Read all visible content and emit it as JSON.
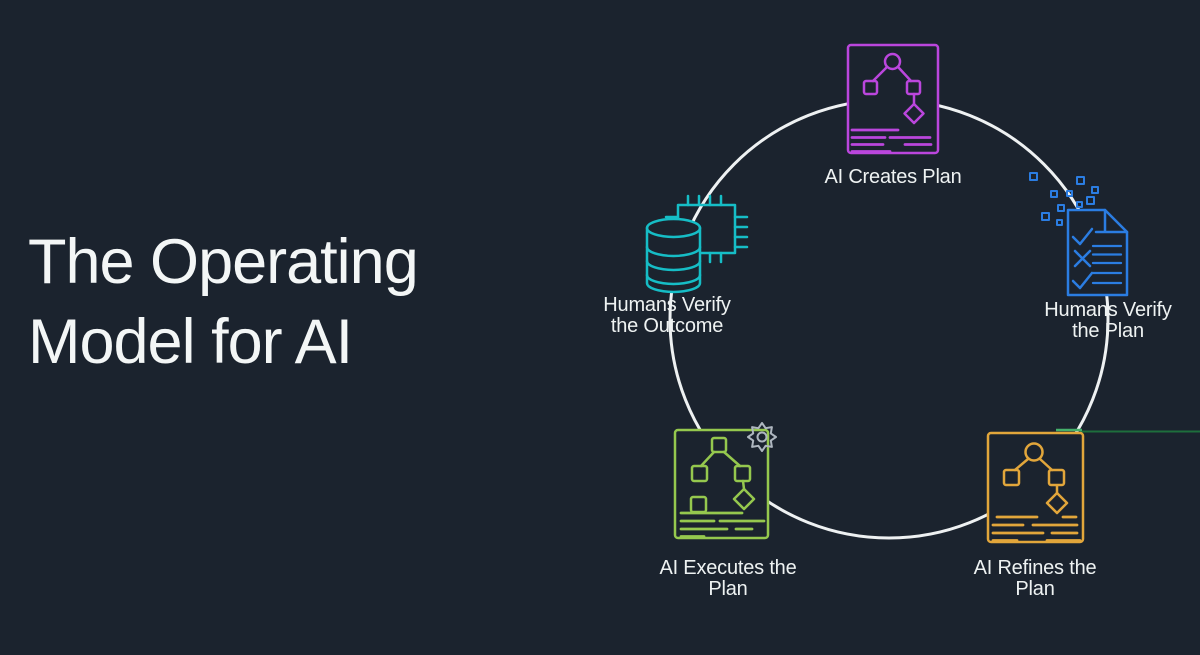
{
  "slide": {
    "title": {
      "line1": "The Operating",
      "line2": "Model for AI"
    }
  },
  "colors": {
    "background": "#1b232e",
    "title_text": "#f3f6f6",
    "label_text": "#eef2f2",
    "circle": "#eef1f2",
    "magenta": "#bb46dd",
    "blue": "#2b7de2",
    "teal": "#16bdc6",
    "green": "#95c84e",
    "orange": "#e2a63b",
    "gear": "#aeb6bf",
    "progress_line": "#1e6e3c",
    "progress_line_bright": "#45b06b"
  },
  "diagram": {
    "type": "cycle",
    "nodes": [
      {
        "label_line1": "AI Creates Plan",
        "label_line2": "",
        "icon": "flowchart-document",
        "color": "#bb46dd",
        "position": "top"
      },
      {
        "label_line1": "Humans Verify",
        "label_line2": "the Plan",
        "icon": "checklist-document",
        "color": "#2b7de2",
        "position": "right"
      },
      {
        "label_line1": "AI Refines the",
        "label_line2": "Plan",
        "icon": "flowchart-document",
        "color": "#e2a63b",
        "position": "bottom-right"
      },
      {
        "label_line1": "AI Executes the",
        "label_line2": "Plan",
        "icon": "flowchart-document-with-gear",
        "color": "#95c84e",
        "position": "bottom-left"
      },
      {
        "label_line1": "Humans Verify",
        "label_line2": "the Outcome",
        "icon": "database-with-chip",
        "color": "#16bdc6",
        "position": "left"
      }
    ]
  }
}
